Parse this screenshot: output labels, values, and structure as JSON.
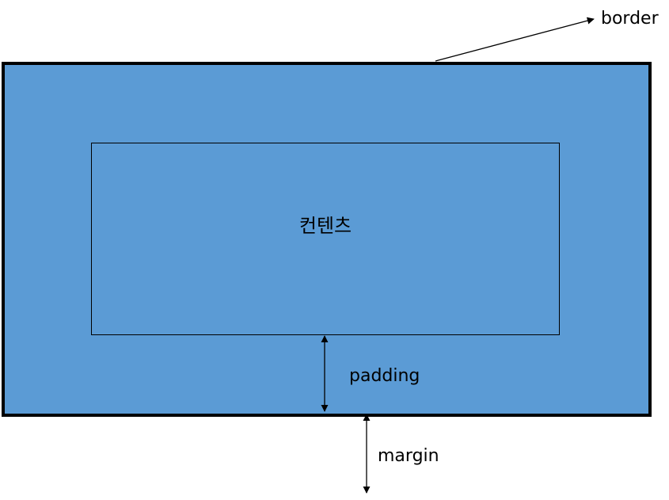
{
  "colors": {
    "border_area_fill": "#5B9BD5",
    "border_line": "#000000",
    "text": "#000000",
    "background": "#FFFFFF"
  },
  "labels": {
    "content": "컨텐츠",
    "border": "border",
    "padding": "padding",
    "margin": "margin"
  }
}
